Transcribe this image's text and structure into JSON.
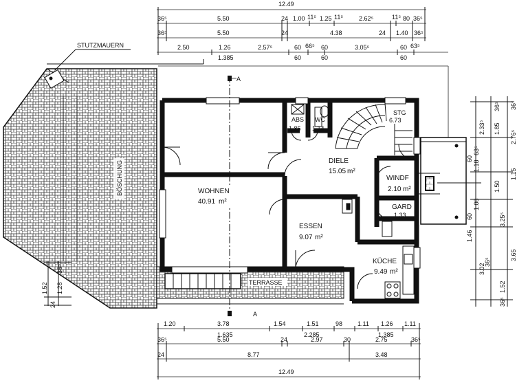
{
  "labels": {
    "stutzmauern": "STUTZMAUERN",
    "boeschung": "BÖSCHUNG",
    "terrasse": "TERRASSE",
    "section_marker": "A"
  },
  "rooms": {
    "wohnen": {
      "name": "WOHNEN",
      "area": "40.91",
      "unit": "m²"
    },
    "diele": {
      "name": "DIELE",
      "area": "15.05",
      "unit": "m²"
    },
    "essen": {
      "name": "ESSEN",
      "area": "9.07",
      "unit": "m²"
    },
    "kueche": {
      "name": "KÜCHE",
      "area": "9.49",
      "unit": "m²"
    },
    "wind": {
      "name": "WINDF",
      "area": "2.10",
      "unit": "m²"
    },
    "gard": {
      "name": "GARD",
      "area": "1.33",
      "unit": "m²"
    },
    "abs": {
      "name": "ABS",
      "area": "1.85"
    },
    "wc": {
      "name": "WC",
      "area": "1.14"
    },
    "stg": {
      "name": "STG",
      "area": "6.73"
    }
  },
  "top_dims": {
    "row1_total": "12.49",
    "row2": [
      "36⁵",
      "5.50",
      "24",
      "1.00",
      "11⁵",
      "1.25",
      "11⁵",
      "2.62⁵",
      "11⁵",
      "80",
      "36⁵"
    ],
    "row3": [
      "36⁵",
      "5.50",
      "24",
      "4.38",
      "24",
      "1.40",
      "36⁵"
    ],
    "row4": [
      "2.50",
      "1.26",
      "2.57⁵",
      "60",
      "66⁵",
      "60",
      "3.05⁵",
      "60",
      "63⁵"
    ],
    "row4_sub": [
      "1.385",
      "60",
      "60",
      "60"
    ]
  },
  "bottom_dims": {
    "row1": [
      "1.20",
      "3.78",
      "1.54",
      "1.51",
      "98",
      "1.11",
      "1.26",
      "1.11"
    ],
    "row1_sub": [
      "1.635",
      "2.285",
      "1.385"
    ],
    "row2": [
      "36⁵",
      "5.50",
      "24",
      "2.97",
      "30",
      "2.75",
      "36⁵"
    ],
    "row3": [
      "24",
      "8.77",
      "3.48"
    ],
    "row4_total": "12.49"
  },
  "left_dims": [
    "36⁵",
    "1.28",
    "1.52",
    "24"
  ],
  "right_dims": {
    "outer": [
      "36⁵",
      "2.76⁵",
      "1.15",
      "3.25⁵",
      "3.65",
      "1.52",
      "36⁵"
    ],
    "mid": [
      "36⁵",
      "2.33⁵",
      "1.85",
      "1.50",
      "3.02",
      "36⁵"
    ],
    "inner": [
      "63⁵",
      "1.18",
      "60",
      "1.08",
      "60",
      "1.46"
    ]
  }
}
